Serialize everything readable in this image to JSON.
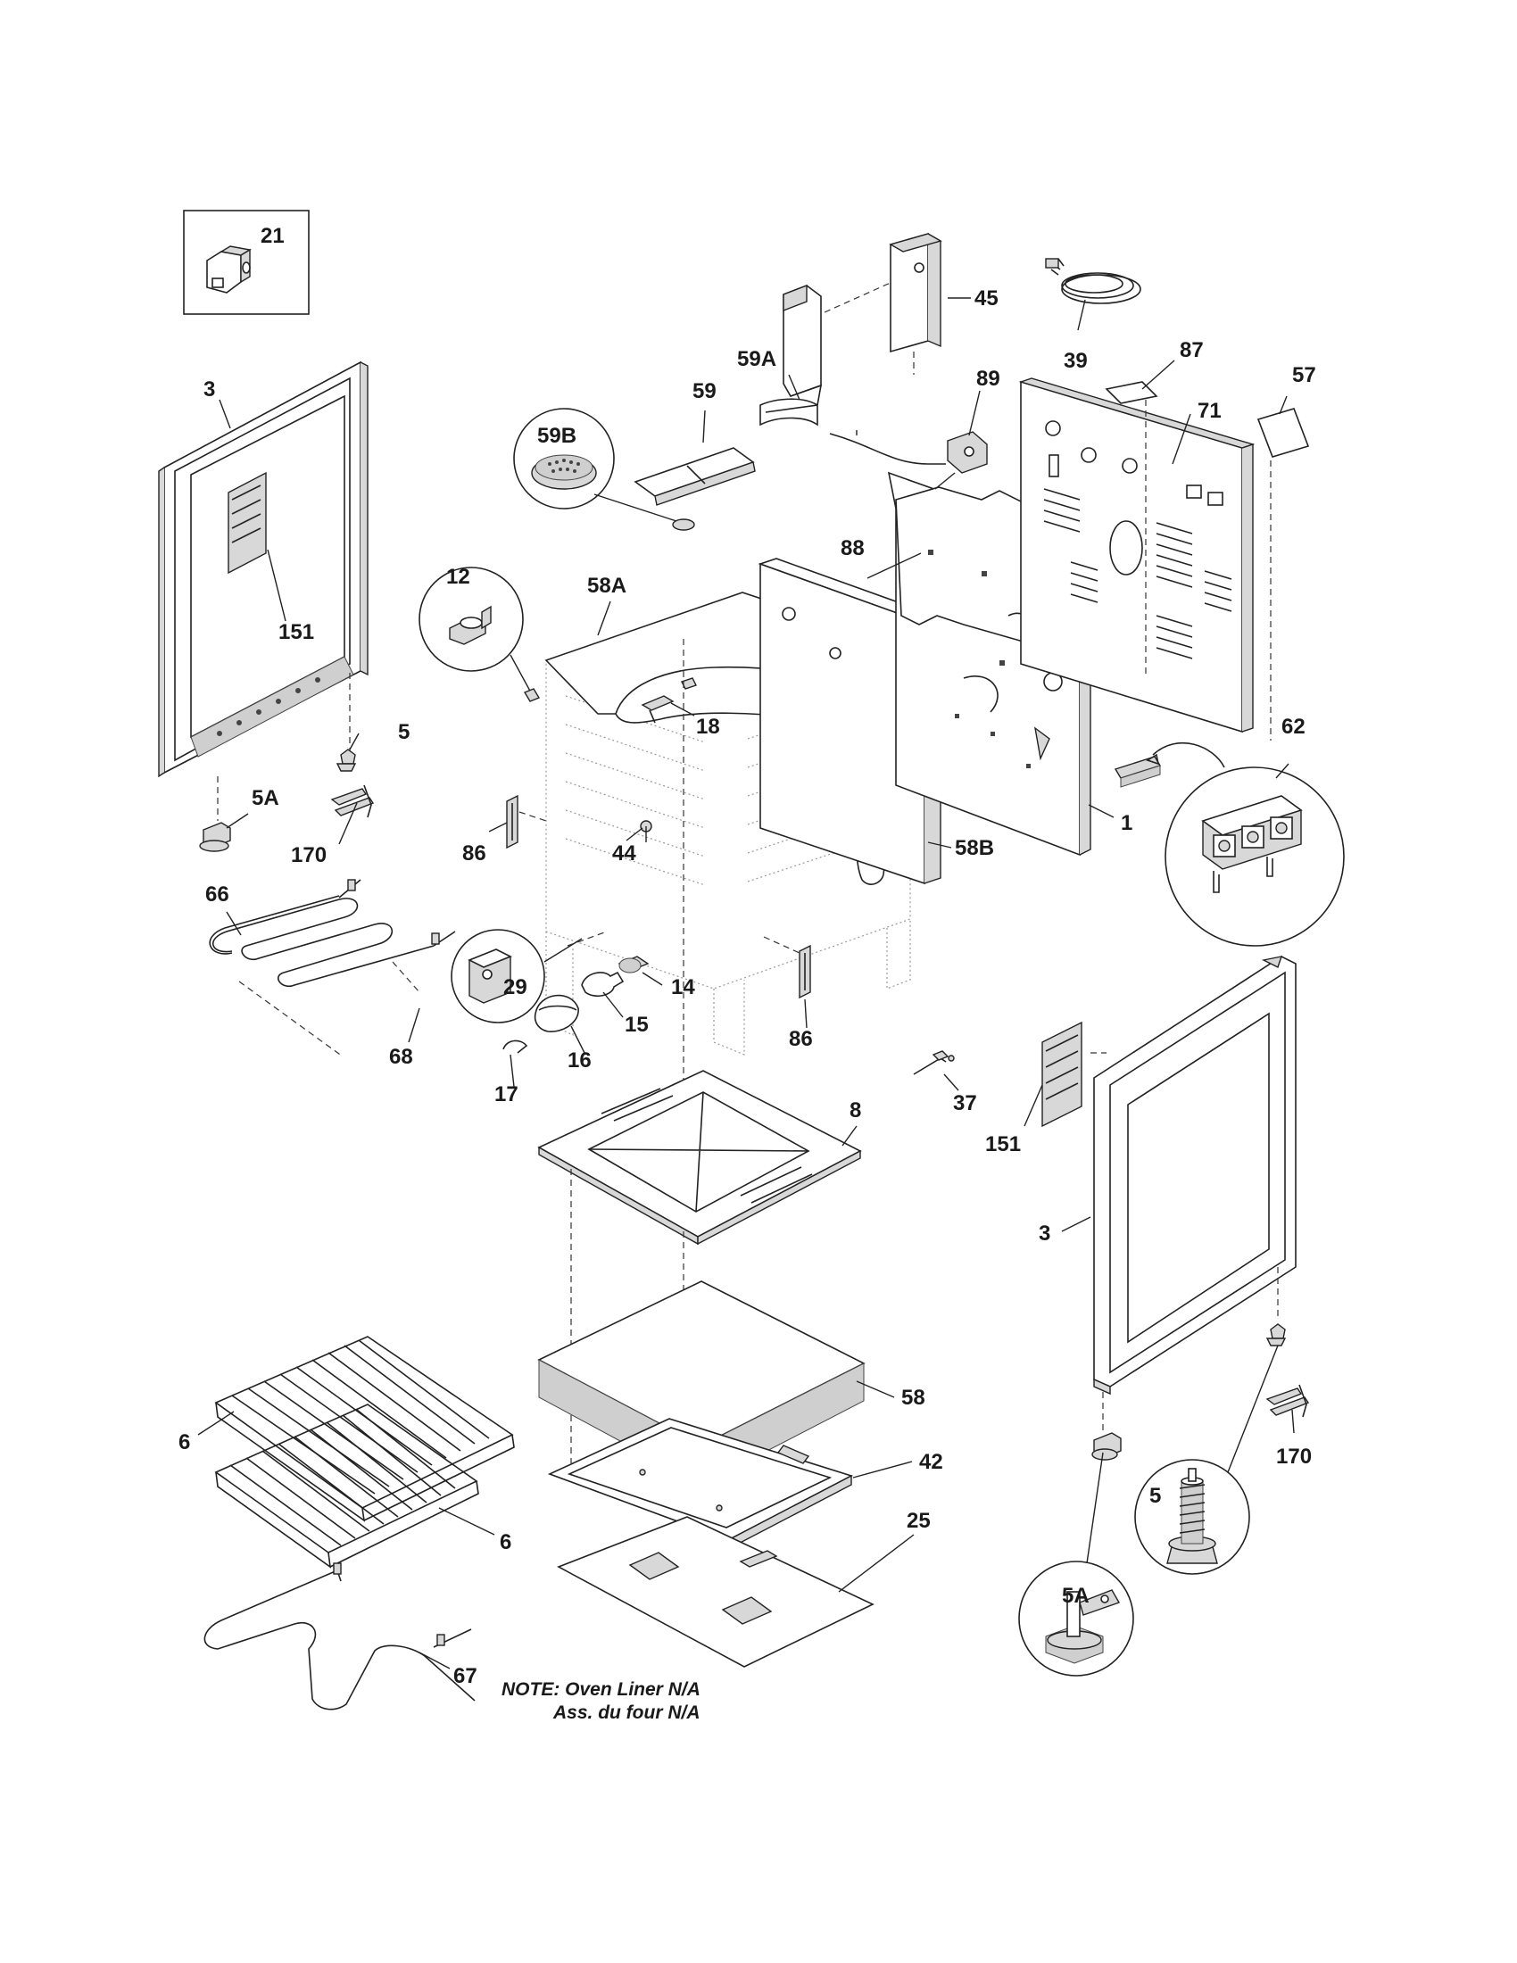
{
  "diagram": {
    "labels": {
      "p21": "21",
      "p3_left": "3",
      "p151_left": "151",
      "p5_left": "5",
      "p5A_left": "5A",
      "p170_left": "170",
      "p66": "66",
      "p68": "68",
      "p12": "12",
      "p58A": "58A",
      "p59B": "59B",
      "p59": "59",
      "p59A": "59A",
      "p45": "45",
      "p39": "39",
      "p87": "87",
      "p57": "57",
      "p89": "89",
      "p71": "71",
      "p88": "88",
      "p18": "18",
      "p62": "62",
      "p1": "1",
      "p58B": "58B",
      "p86_left": "86",
      "p44": "44",
      "p29": "29",
      "p14": "14",
      "p15": "15",
      "p16": "16",
      "p17": "17",
      "p86_right": "86",
      "p37": "37",
      "p8": "8",
      "p151_right": "151",
      "p3_right": "3",
      "p58": "58",
      "p42": "42",
      "p25": "25",
      "p6_upper": "6",
      "p6_lower": "6",
      "p67": "67",
      "p170_right": "170",
      "p5_right": "5",
      "p5A_right": "5A"
    },
    "note": {
      "line1": "NOTE: Oven Liner N/A",
      "line2": "Ass. du four N/A"
    }
  }
}
